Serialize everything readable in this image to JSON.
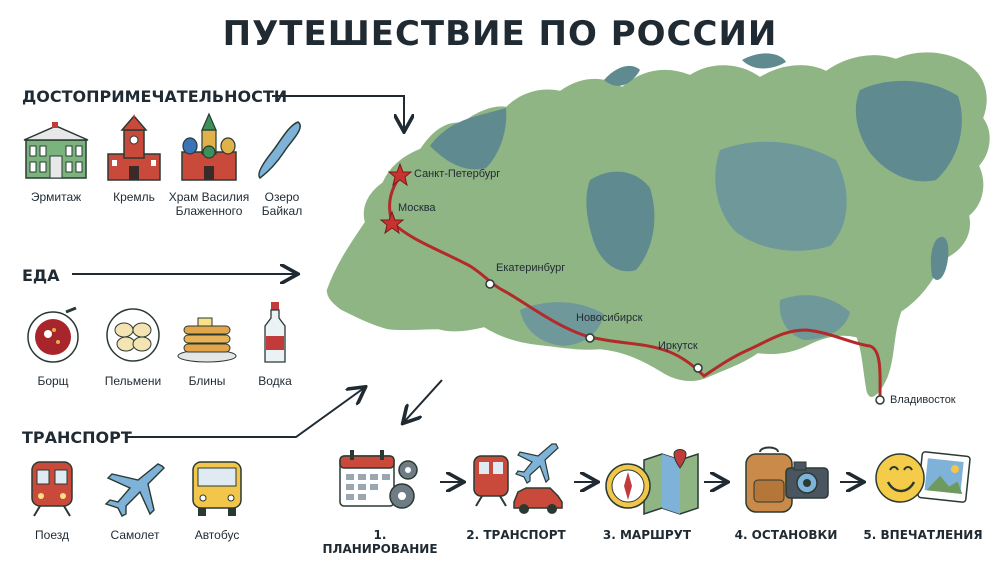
{
  "title": "ПУТЕШЕСТВИЕ ПО РОССИИ",
  "sections": {
    "sights": "ДОСТОПРИМЕЧАТЕЛЬНОСТИ",
    "food": "ЕДА",
    "transport": "ТРАНСПОРТ"
  },
  "sights": [
    {
      "label": "Эрмитаж",
      "icon": "hermitage-icon"
    },
    {
      "label": "Кремль",
      "icon": "kremlin-icon"
    },
    {
      "label": "Храм Василия Блаженного",
      "icon": "st-basil-cathedral-icon"
    },
    {
      "label": "Озеро Байкал",
      "icon": "lake-baikal-icon"
    }
  ],
  "food": [
    {
      "label": "Борщ",
      "icon": "borscht-icon"
    },
    {
      "label": "Пельмени",
      "icon": "pelmeni-icon"
    },
    {
      "label": "Блины",
      "icon": "bliny-icon"
    },
    {
      "label": "Водка",
      "icon": "vodka-icon"
    }
  ],
  "transport": [
    {
      "label": "Поезд",
      "icon": "train-icon"
    },
    {
      "label": "Самолет",
      "icon": "airplane-icon"
    },
    {
      "label": "Автобус",
      "icon": "bus-icon"
    }
  ],
  "map": {
    "cities": [
      {
        "name": "Санкт-Петербург",
        "marker": "star"
      },
      {
        "name": "Москва",
        "marker": "star"
      },
      {
        "name": "Екатеринбург",
        "marker": "dot"
      },
      {
        "name": "Новосибирск",
        "marker": "dot"
      },
      {
        "name": "Иркутск",
        "marker": "dot"
      },
      {
        "name": "Владивосток",
        "marker": "dot"
      }
    ],
    "colors": {
      "land": "#8fb585",
      "land_dark": "#5f8a8f",
      "route": "#b22a2a",
      "star": "#c8322f"
    }
  },
  "steps": [
    {
      "label": "1. ПЛАНИРОВАНИЕ",
      "icon": "calendar-gears-icon"
    },
    {
      "label": "2. ТРАНСПОРТ",
      "icon": "train-plane-car-icon"
    },
    {
      "label": "3. МАРШРУТ",
      "icon": "compass-map-icon"
    },
    {
      "label": "4. ОСТАНОВКИ",
      "icon": "backpack-camera-icon"
    },
    {
      "label": "5. ВПЕЧАТЛЕНИЯ",
      "icon": "smiley-photo-icon"
    }
  ]
}
